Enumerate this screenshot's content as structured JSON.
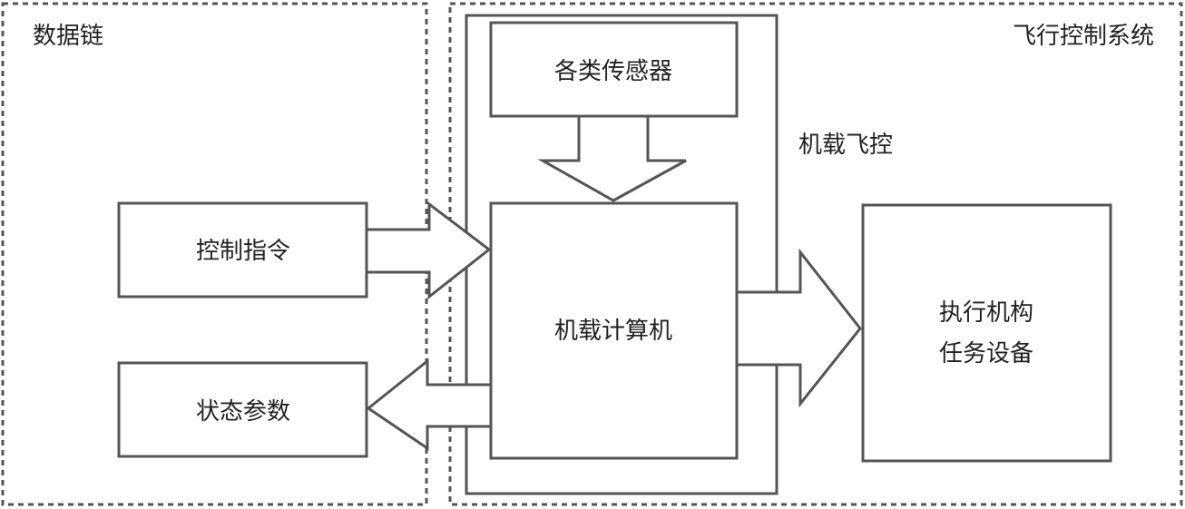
{
  "regions": {
    "data_link": {
      "label": "数据链"
    },
    "flight_control_system": {
      "label": "飞行控制系统"
    },
    "onboard_flight_control": {
      "label": "机载飞控"
    }
  },
  "blocks": {
    "sensors": {
      "label": "各类传感器"
    },
    "onboard_computer": {
      "label": "机载计算机"
    },
    "control_command": {
      "label": "控制指令"
    },
    "status_params": {
      "label": "状态参数"
    },
    "actuators": {
      "line1": "执行机构",
      "line2": "任务设备"
    }
  },
  "colors": {
    "stroke": "#555555",
    "dashed": "#555555",
    "text": "#222222"
  }
}
